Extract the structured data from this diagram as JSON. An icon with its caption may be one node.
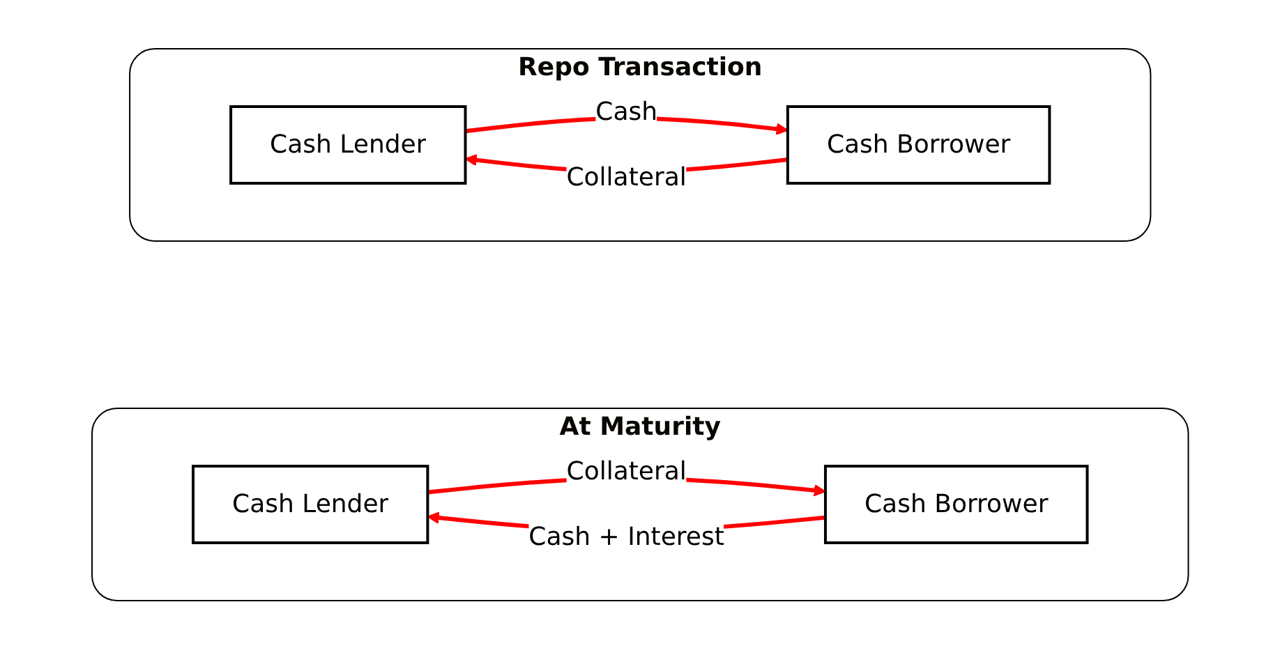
{
  "diagram": {
    "nodes": [
      {
        "text": [
          "Repo Transaction"
        ]
      },
      {
        "text": [
          "Cash Lender"
        ],
        "in": 0
      },
      {
        "text": [
          "Cash Borrower"
        ],
        "in": 0
      },
      {
        "text": [
          "At Maturity"
        ]
      },
      {
        "text": [
          "Cash Lender"
        ],
        "in": 3
      },
      {
        "text": [
          "Cash Borrower"
        ],
        "in": 3
      }
    ],
    "edges": [
      {
        "from": 1,
        "to": 2,
        "arrow": "to",
        "label": "Cash"
      },
      {
        "from": 2,
        "to": 1,
        "arrow": "to",
        "label": "Collateral"
      },
      {
        "from": 4,
        "to": 5,
        "arrow": "to",
        "label": "Collateral"
      },
      {
        "from": 5,
        "to": 4,
        "arrow": "to",
        "label": "Cash + Interest"
      }
    ]
  }
}
